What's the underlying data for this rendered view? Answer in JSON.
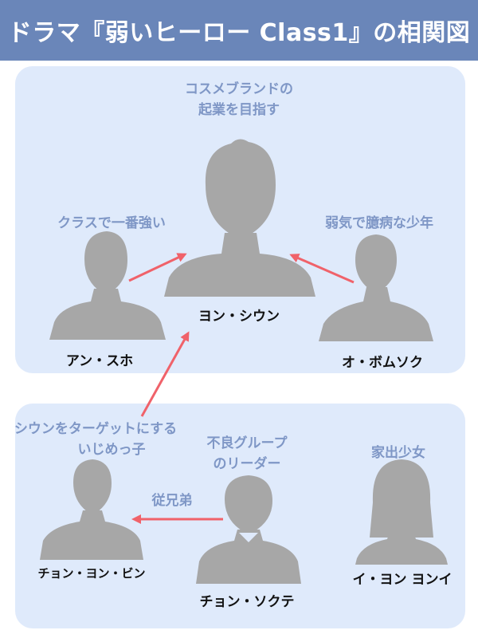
{
  "title": "ドラマ『弱いヒーロー Class1』の相関図",
  "colors": {
    "header": "#6a86b9",
    "panel": "#dfeafb",
    "label": "#7f97c6",
    "arrow": "#f0626a",
    "silhouette": "#a7a7a7"
  },
  "characters": {
    "yon_siun": {
      "name": "ヨン・シウン",
      "desc_line1": "コスメブランドの",
      "desc_line2": "起業を目指す"
    },
    "an_suho": {
      "name": "アン・スホ",
      "desc": "クラスで一番強い"
    },
    "o_beomseok": {
      "name": "オ・ボムソク",
      "desc": "弱気で臆病な少年"
    },
    "jeon_yeongbin": {
      "name": "チョン・ヨン・ビン",
      "desc_line1": "シウンをターゲットにする",
      "desc_line2": "いじめっ子"
    },
    "jeon_seokdae": {
      "name": "チョン・ソクテ",
      "desc_line1": "不良グループ",
      "desc_line2": "のリーダー"
    },
    "i_yoni": {
      "name": "イ・ヨン ヨンイ",
      "desc": "家出少女"
    }
  },
  "relations": {
    "cousin": "従兄弟"
  }
}
